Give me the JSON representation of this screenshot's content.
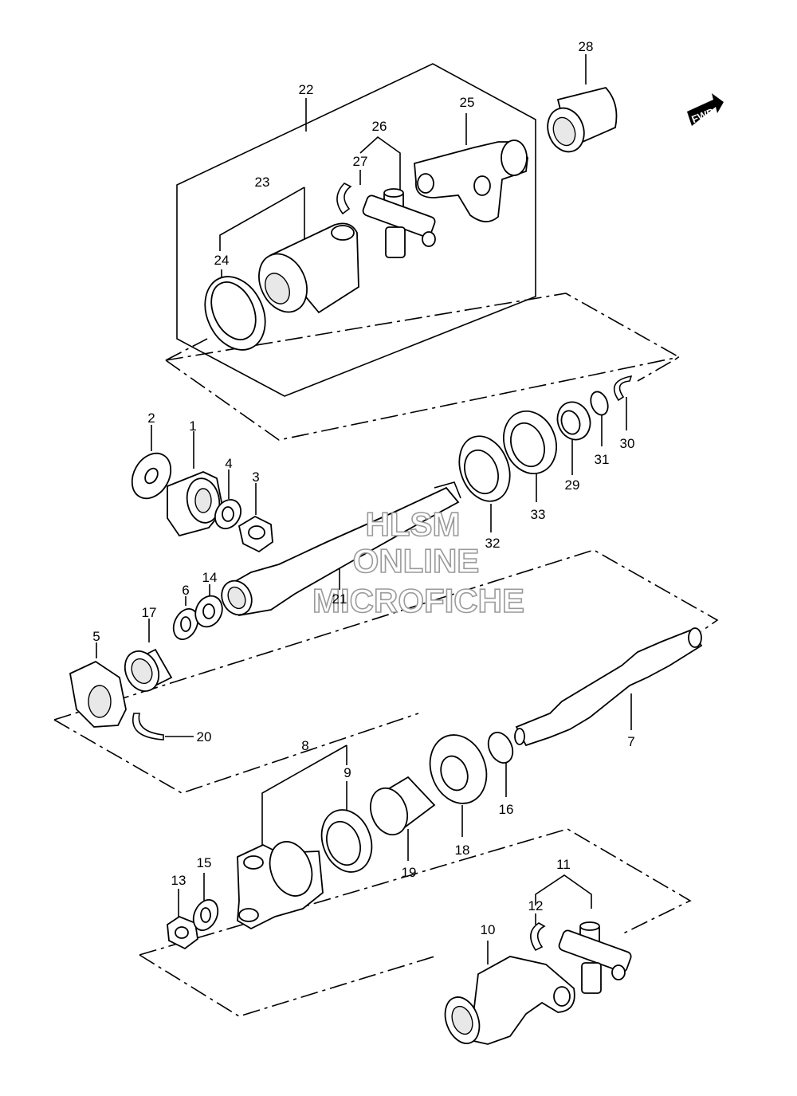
{
  "diagram": {
    "fwd_label": "FWD",
    "watermark": [
      "HLSM",
      "ONLINE",
      "MICROFICHE"
    ],
    "callouts": [
      {
        "id": "1",
        "label": "1"
      },
      {
        "id": "2",
        "label": "2"
      },
      {
        "id": "3",
        "label": "3"
      },
      {
        "id": "4",
        "label": "4"
      },
      {
        "id": "5",
        "label": "5"
      },
      {
        "id": "6",
        "label": "6"
      },
      {
        "id": "7",
        "label": "7"
      },
      {
        "id": "8",
        "label": "8"
      },
      {
        "id": "9",
        "label": "9"
      },
      {
        "id": "10",
        "label": "10"
      },
      {
        "id": "11",
        "label": "11"
      },
      {
        "id": "12",
        "label": "12"
      },
      {
        "id": "13",
        "label": "13"
      },
      {
        "id": "14",
        "label": "14"
      },
      {
        "id": "15",
        "label": "15"
      },
      {
        "id": "16",
        "label": "16"
      },
      {
        "id": "17",
        "label": "17"
      },
      {
        "id": "18",
        "label": "18"
      },
      {
        "id": "19",
        "label": "19"
      },
      {
        "id": "20",
        "label": "20"
      },
      {
        "id": "21",
        "label": "21"
      },
      {
        "id": "22",
        "label": "22"
      },
      {
        "id": "23",
        "label": "23"
      },
      {
        "id": "24",
        "label": "24"
      },
      {
        "id": "25",
        "label": "25"
      },
      {
        "id": "26",
        "label": "26"
      },
      {
        "id": "27",
        "label": "27"
      },
      {
        "id": "28",
        "label": "28"
      },
      {
        "id": "29",
        "label": "29"
      },
      {
        "id": "30",
        "label": "30"
      },
      {
        "id": "31",
        "label": "31"
      },
      {
        "id": "32",
        "label": "32"
      },
      {
        "id": "33",
        "label": "33"
      }
    ]
  }
}
